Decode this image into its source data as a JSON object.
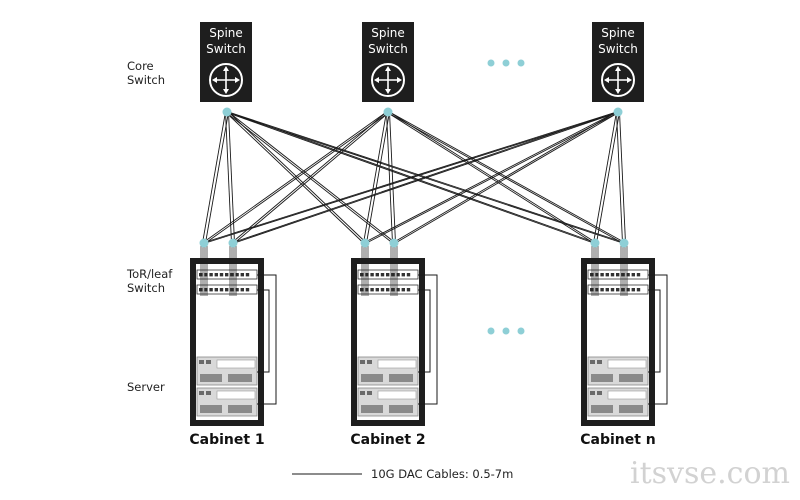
{
  "labels": {
    "core": [
      "Core",
      "Switch"
    ],
    "leaf": [
      "ToR/leaf",
      "Switch"
    ],
    "server": "Server"
  },
  "spines": [
    {
      "line1": "Spine",
      "line2": "Switch"
    },
    {
      "line1": "Spine",
      "line2": "Switch"
    },
    {
      "line1": "Spine",
      "line2": "Switch"
    }
  ],
  "cabinets": [
    {
      "name": "Cabinet 1"
    },
    {
      "name": "Cabinet 2"
    },
    {
      "name": "Cabinet n"
    }
  ],
  "legend": {
    "text": "10G DAC Cables: 0.5-7m"
  },
  "watermark": "itsvse.com",
  "colors": {
    "cable": "#1a1a1a",
    "node": "#8ecfd6",
    "cabinet": "#1e1e1e",
    "panel": "#d9d9d9"
  }
}
